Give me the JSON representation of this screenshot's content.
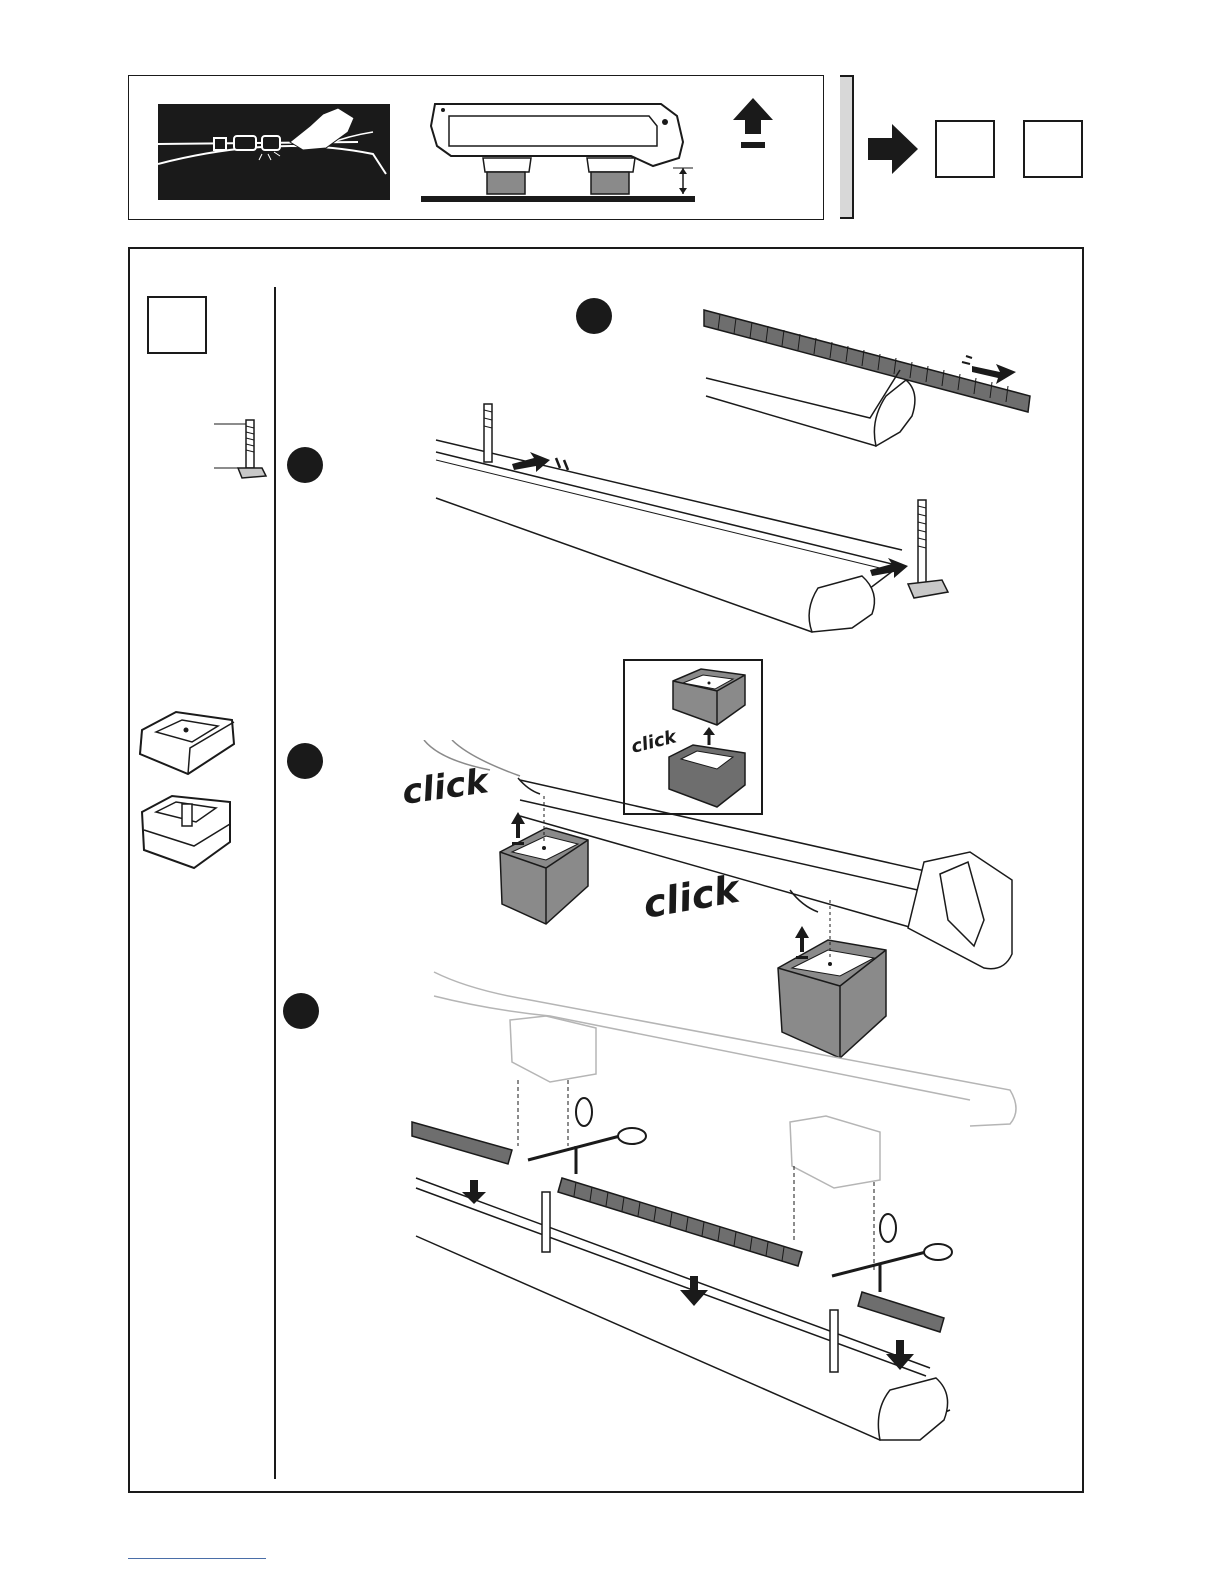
{
  "page": {
    "background": "#ffffff",
    "ink": "#1a1a1a",
    "part_gray": "#8a8a8a",
    "panel_black": "#1a1a1a"
  },
  "header": {
    "icons": [
      "hand-check-icon",
      "rack-height-icon",
      "lift-arrow-icon",
      "next-arrow-icon"
    ],
    "ref_boxes": [
      "",
      ""
    ]
  },
  "main": {
    "step_box_label": "",
    "step_markers": [
      "",
      "",
      "",
      ""
    ],
    "click_labels": {
      "inset": "click",
      "left": "click",
      "right": "click"
    },
    "parts": [
      "t-bolt-icon",
      "rubber-pad-icon",
      "foot-adapter-icon"
    ]
  }
}
